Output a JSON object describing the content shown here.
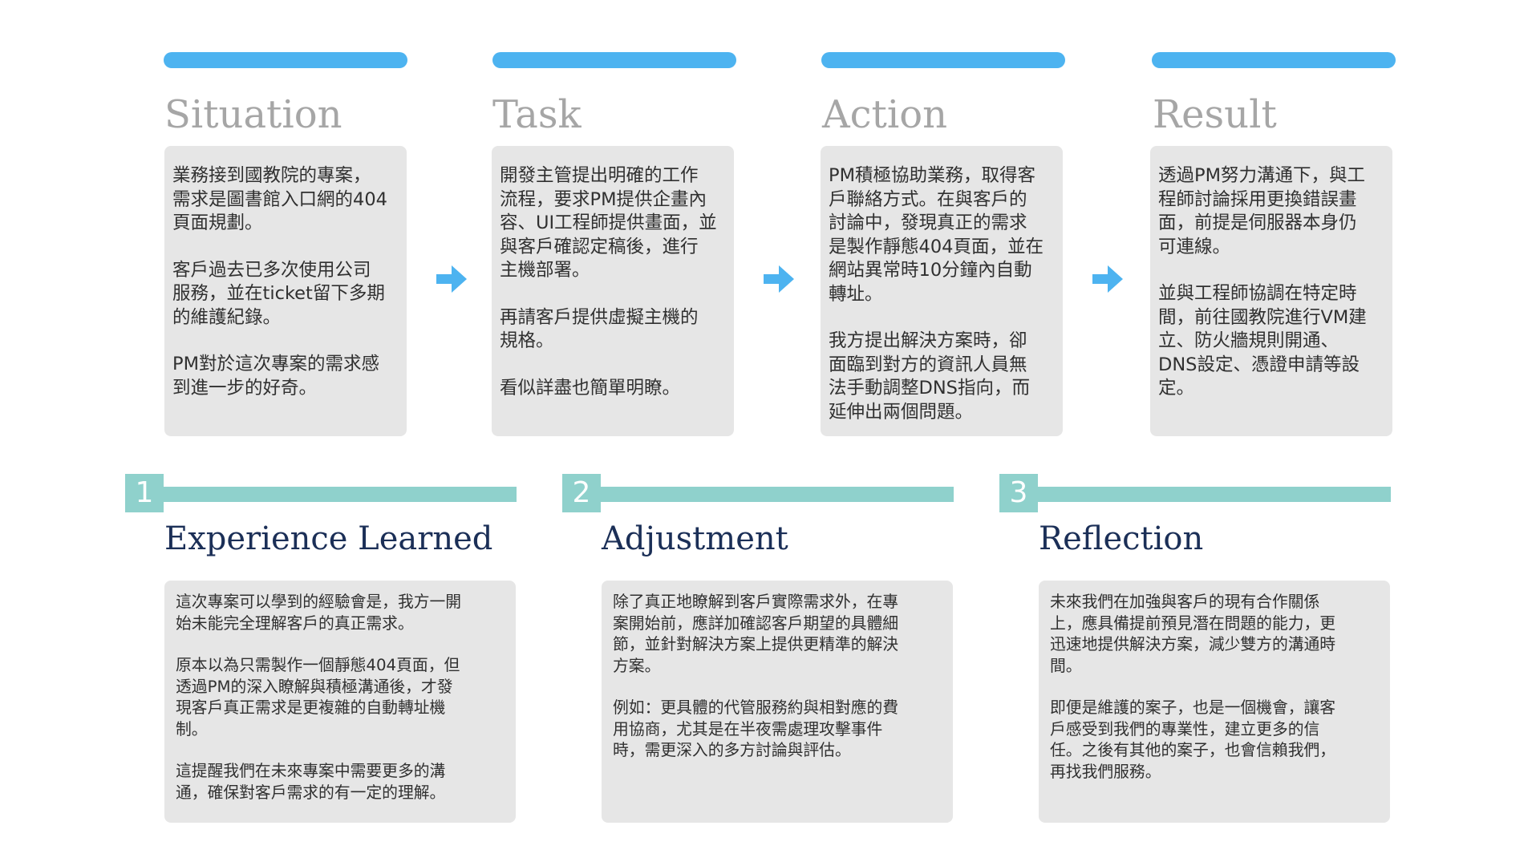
{
  "star_steps": [
    {
      "title": "Situation",
      "paragraphs": [
        "業務接到國教院的專案，\n需求是圖書館入口網的404\n頁面規劃。",
        "客戶過去已多次使用公司\n服務，並在ticket留下多期\n的維護紀錄。",
        "PM對於這次專案的需求感\n到進一步的好奇。"
      ]
    },
    {
      "title": "Task",
      "paragraphs": [
        "開發主管提出明確的工作\n流程，要求PM提供企畫內\n容、UI工程師提供畫面，並\n與客戶確認定稿後，進行\n主機部署。",
        "再請客戶提供虛擬主機的\n規格。",
        "看似詳盡也簡單明瞭。"
      ]
    },
    {
      "title": "Action",
      "paragraphs": [
        "PM積極協助業務，取得客\n戶聯絡方式。在與客戶的\n討論中，發現真正的需求\n是製作靜態404頁面，並在\n網站異常時10分鐘內自動\n轉址。",
        "我方提出解決方案時，卻\n面臨到對方的資訊人員無\n法手動調整DNS指向，而\n延伸出兩個問題。"
      ]
    },
    {
      "title": "Result",
      "paragraphs": [
        "透過PM努力溝通下，與工\n程師討論採用更換錯誤畫\n面，前提是伺服器本身仍\n可連線。",
        "並與工程師協調在特定時\n間，前往國教院進行VM建\n立、防火牆規則開通、\nDNS設定、憑證申請等設\n定。"
      ]
    }
  ],
  "reflections": [
    {
      "number": "1",
      "title": "Experience  Learned",
      "paragraphs": [
        "這次專案可以學到的經驗會是，我方一開\n始未能完全理解客戶的真正需求。",
        "原本以為只需製作一個靜態404頁面，但\n透過PM的深入瞭解與積極溝通後，才發\n現客戶真正需求是更複雜的自動轉址機\n制。",
        "這提醒我們在未來專案中需要更多的溝\n通，確保對客戶需求的有一定的理解。"
      ]
    },
    {
      "number": "2",
      "title": "Adjustment",
      "paragraphs": [
        "除了真正地瞭解到客戶實際需求外，在專\n案開始前，應詳加確認客戶期望的具體細\n節，並針對解決方案上提供更精準的解決\n方案。",
        "例如：更具體的代管服務約與相對應的費\n用協商，尤其是在半夜需處理攻擊事件\n時，需更深入的多方討論與評估。"
      ]
    },
    {
      "number": "3",
      "title": "Reflection",
      "paragraphs": [
        "未來我們在加強與客戶的現有合作關係\n上，應具備提前預見潛在問題的能力，更\n迅速地提供解決方案，減少雙方的溝通時\n間。",
        "即便是維護的案子，也是一個機會，讓客\n戶感受到我們的專業性，建立更多的信\n任。之後有其他的案子，也會信賴我們，\n再找我們服務。"
      ]
    }
  ],
  "icons": {
    "arrow": "arrow-right-icon"
  },
  "colors": {
    "accent_blue": "#4db3f0",
    "accent_teal": "#8fd1cc",
    "top_title": "#a6a6a6",
    "bottom_title": "#1b2f57",
    "card_bg": "#e6e6e6",
    "text": "#303030"
  }
}
